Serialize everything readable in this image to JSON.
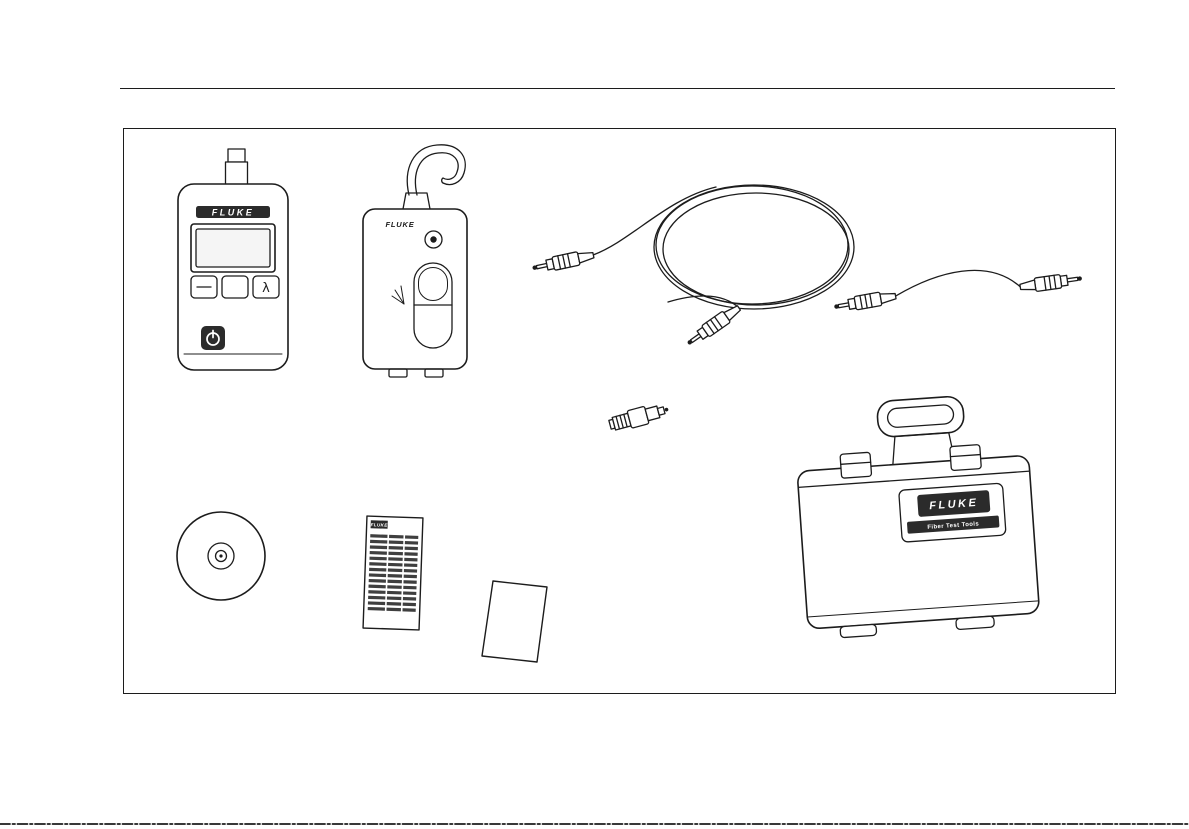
{
  "canvas": {
    "background": "#ffffff",
    "ink": "#1c1c1c"
  },
  "kit": {
    "power_meter": {
      "brand": "FLUKE",
      "wavelength_key": "λ"
    },
    "light_source": {
      "brand": "FLUKE"
    },
    "carry_case": {
      "brand": "FLUKE",
      "label": "Fiber Test Tools"
    },
    "reference_card": {
      "brand": "FLUKE"
    }
  }
}
